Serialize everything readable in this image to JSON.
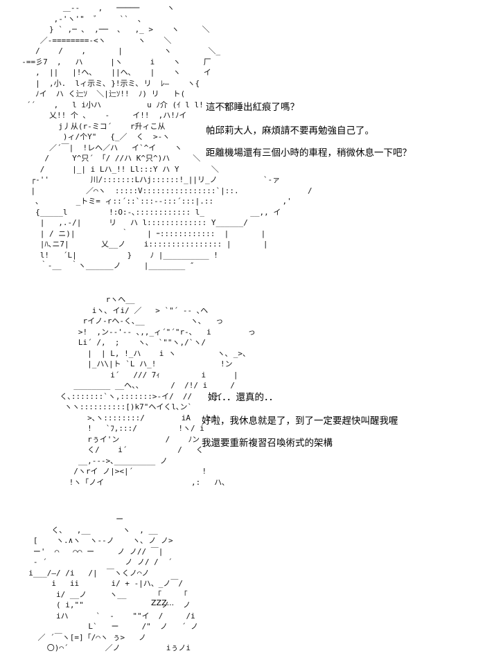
{
  "panels": [
    {
      "art": "           ＿--    ,   ─────      ヽ\n         ,-'ヽ'\"  ゛    ``  ､\n        } ` ,─ ､  ,──  ､   ,_ >    ヽ     ＼\n      ／-========-<ヽ       ヽ    ＼\n     /    /    ,       |         ヽ        ＼_\n  -==彡7  ,   ハ      |ヽ      i    ヽ     厂\n     ,  ||   |!ヘ､    ||ヘ､    |    ヽ     イ\n     |  ,小.  lィ示ミ､ }!示ミ､ リ  ﾚ―    ヽ{\n     ﾉイ  ハ く辷ｿ  ＼|辷ｿ!!  ﾉ) リ   ト(\n   ´´    ,   l i小ハ          u ﾉ介 (ｲ l l!    ヽ\n        乂!! 个 ､    -     イ!!  ,ハ!ﾉイ\n          j丿从(r-ミコ´    r升ィこ从\n           )ィ/个Y\"   {_／  く  >-ヽ\n        ／´￣|  !レヘ／ハ   イ`^イ    ヽ\n       /     Y^只´ 「/ //ハ K^只^)ハ     ＼\n      /      |_| i Lハ_!! Ll:::Y ハ Y       ＼\n    ┌-''         川/:::::::Lハj::::::!_||リ_ノ          `-ァ\n    |           ／⌒ヽ  :::::V::::::::::::::::`|::.               /\n     ､        _トミ= ィ::´::`:::--:::´:::|.::               ,'\n     {_____l         !:O:-､:::::::::::: l_          __,, イ\n      |   ,.-/|      リ   ハ l::::::::::::: Y______/\n      | / ニ)|          ｀    | ｰ::::::::::::  |       |\n      |ﾊ､ニ7|       乂__ノ    i:::::::::::::::: |       |\n      l!   ´L|           }    ﾉ |__________ !\n      ｀-__  ｀ヽ______ノ     |________ ″",
      "lines": [
        "這不都睡出紅痕了嗎？",
        "帕邱莉大人，麻煩請不要再勉強自己了。",
        "距離機場還有三個小時的車程，稍微休息一下吧？"
      ]
    },
    {
      "art": "                 rヽヘ__\n              iヽ､ イi/ ／   > `\"´ -- ､ヘ\n            rイノ-rヘ-く､__          ヽ､   っ\n           >!  ,ン--'-- ､,,_ィ´\"´\"r-､   i        っ\n           Li´ /,  ;    ヽ､  `\"\"ヽ,/`ヽ/\n             |  | L, !_ハ    i ヽ         ヽ､ _>、\n             |_ハ\\|ト `L ハ_!              !ン\n                  i´   /// 7ｨ         i      |\n          ________ __ヘ、、      /  /!/ i     /\n       く､:::::::`ヽ,:::::::>-イ/  //     イ\n        ヽヽ::::::::::[)k7\"ヘイくl､ン`\n             >､ヽ::::::::/        iA   ト!\n             !   `ﾌ,:::/         !ヽ/ i\n             rぅイ'ン          /    ﾉン\n             く/    i´           /   くﾞ\n           __,--->､_________ ノ\n          /ヽrイ ノ|><|´               !\n         !ヽ「ノイ                   ,:   ハ､",
      "lines": [
        "姆．．．還真的．．",
        "好啦，我休息就是了，到了一定要趕快叫醒我喔",
        "我還要重新複習召喚術式的架構"
      ]
    },
    {
      "art": "                     ー\n       く､   ,__       ヽ  , __\n   [    ヽ.∧ヽ  ヽ--ノ    ヽ､ ノ ノ>\n   ー'  ⌒   ⌒⌒ ー     ノ ノ// ￣|\n   ‐ ´                 ノ ノ/ /  ´\n  i___/―/ /i   /|  ￣ヽくノ⌒ノ\n       i   ii       i/ + -|ハ、_ノ￣/\n        i/ __ノ     ヽ__      「    「\n        ( i,\"\"                 ノ   ノ\n        iハ      `  -    \"\"イ  /     /i\n               L`   ー     /\"  ノ   ´ ノ\n    ／ ´￣ヽ[=]「/⌒ヽ ぅ>   ノ\n      〇)⌒´        ／ノ          iぅノi",
      "zzz": "ZZZ..."
    }
  ]
}
